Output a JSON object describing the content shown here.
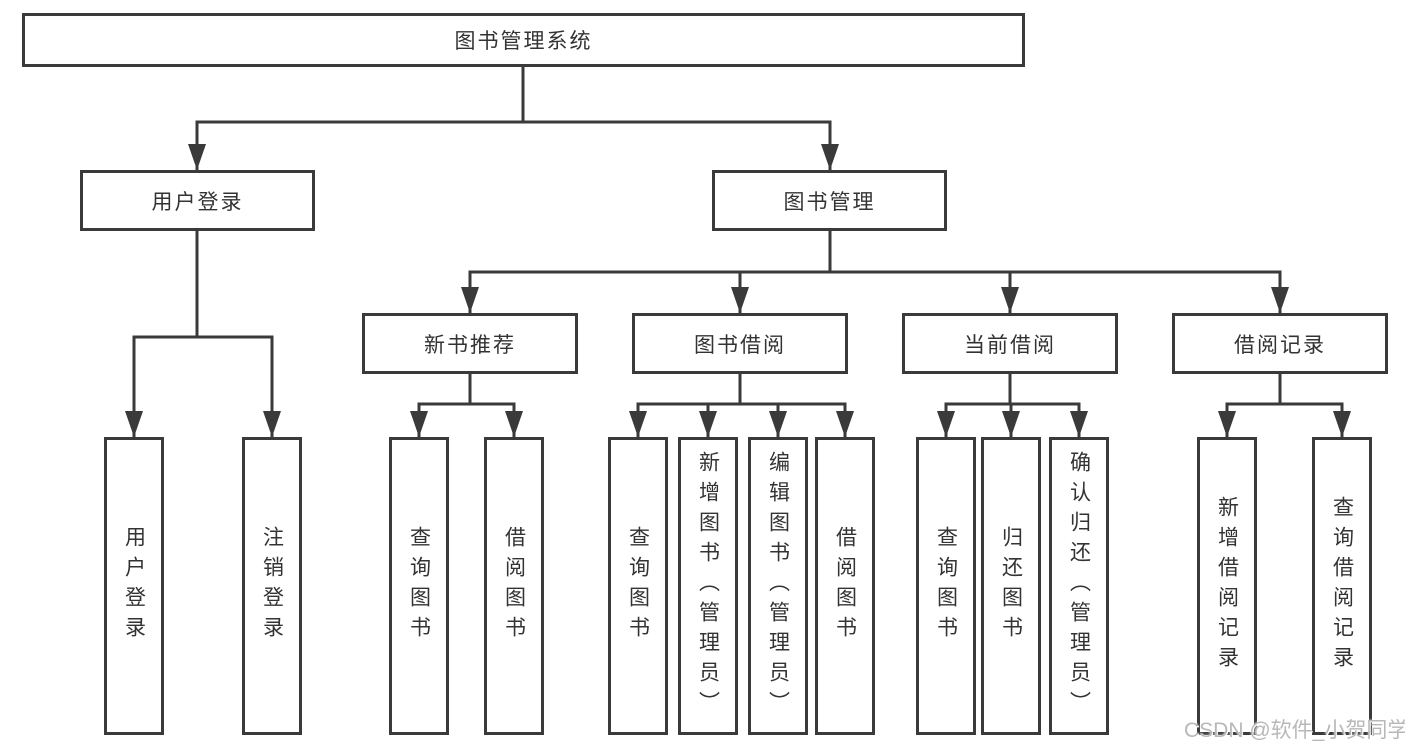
{
  "colors": {
    "line": "#3a3a3a",
    "text": "#333333",
    "background": "#ffffff",
    "watermark": "#b8b8b8"
  },
  "watermark": {
    "text": "CSDN @软件_小贺同学"
  },
  "tree": {
    "root": {
      "label": "图书管理系统",
      "children": [
        {
          "label": "用户登录",
          "children": [
            {
              "label": "用户登录"
            },
            {
              "label": "注销登录"
            }
          ]
        },
        {
          "label": "图书管理",
          "children": [
            {
              "label": "新书推荐",
              "children": [
                {
                  "label": "查询图书"
                },
                {
                  "label": "借阅图书"
                }
              ]
            },
            {
              "label": "图书借阅",
              "children": [
                {
                  "label": "查询图书"
                },
                {
                  "label": "新增图书（管理员）"
                },
                {
                  "label": "编辑图书（管理员）"
                },
                {
                  "label": "借阅图书"
                }
              ]
            },
            {
              "label": "当前借阅",
              "children": [
                {
                  "label": "查询图书"
                },
                {
                  "label": "归还图书"
                },
                {
                  "label": "确认归还（管理员）"
                }
              ]
            },
            {
              "label": "借阅记录",
              "children": [
                {
                  "label": "新增借阅记录"
                },
                {
                  "label": "查询借阅记录"
                }
              ]
            }
          ]
        }
      ]
    }
  }
}
